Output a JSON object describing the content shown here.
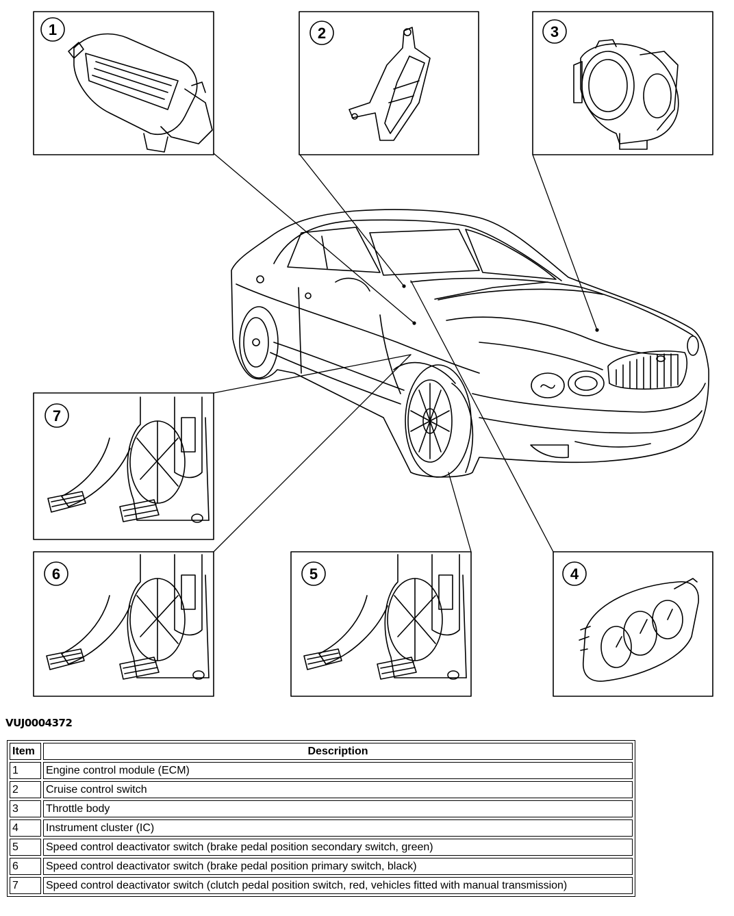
{
  "callouts": [
    {
      "number": "1",
      "component": "ecm"
    },
    {
      "number": "2",
      "component": "cruise-switch"
    },
    {
      "number": "3",
      "component": "throttle-body"
    },
    {
      "number": "4",
      "component": "instrument-cluster"
    },
    {
      "number": "5",
      "component": "pedal-box"
    },
    {
      "number": "6",
      "component": "pedal-box"
    },
    {
      "number": "7",
      "component": "pedal-box"
    }
  ],
  "reference_code": "VUJ0004372",
  "legend": {
    "headers": {
      "item": "Item",
      "description": "Description"
    },
    "rows": [
      {
        "item": "1",
        "description": "Engine control module (ECM)"
      },
      {
        "item": "2",
        "description": "Cruise control switch"
      },
      {
        "item": "3",
        "description": "Throttle body"
      },
      {
        "item": "4",
        "description": "Instrument cluster (IC)"
      },
      {
        "item": "5",
        "description": "Speed control deactivator switch (brake pedal position secondary switch, green)"
      },
      {
        "item": "6",
        "description": "Speed control deactivator switch (brake pedal position primary switch, black)"
      },
      {
        "item": "7",
        "description": "Speed control deactivator switch (clutch pedal position switch, red, vehicles fitted with manual transmission)"
      }
    ]
  }
}
